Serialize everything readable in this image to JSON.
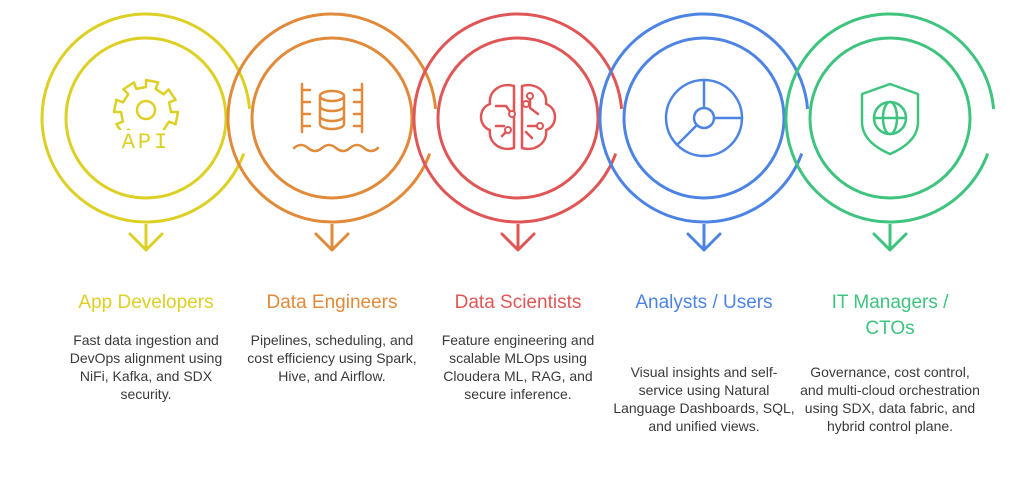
{
  "personas": [
    {
      "id": "app-developers",
      "title": "App Developers",
      "description": "Fast data ingestion and DevOps alignment using NiFi, Kafka, and SDX security.",
      "color": "#ddd024",
      "icon": "gear-api-icon",
      "icon_text": "API"
    },
    {
      "id": "data-engineers",
      "title": "Data Engineers",
      "description": "Pipelines, scheduling, and cost efficiency using Spark, Hive, and Airflow.",
      "color": "#e08a3a",
      "icon": "database-pipeline-icon"
    },
    {
      "id": "data-scientists",
      "title": "Data Scientists",
      "description": "Feature engineering and scalable MLOps using Cloudera ML, RAG, and secure inference.",
      "color": "#e05656",
      "icon": "brain-circuit-icon"
    },
    {
      "id": "analysts-users",
      "title": "Analysts / Users",
      "description": "Visual insights and self-service using Natural Language Dashboards, SQL, and unified views.",
      "color": "#4d84e4",
      "icon": "pie-chart-icon"
    },
    {
      "id": "it-managers-ctos",
      "title": "IT Managers / CTOs",
      "description": "Governance, cost control, and multi-cloud orchestration using SDX, data fabric, and hybrid control plane.",
      "color": "#3ec47e",
      "icon": "shield-globe-icon"
    }
  ]
}
